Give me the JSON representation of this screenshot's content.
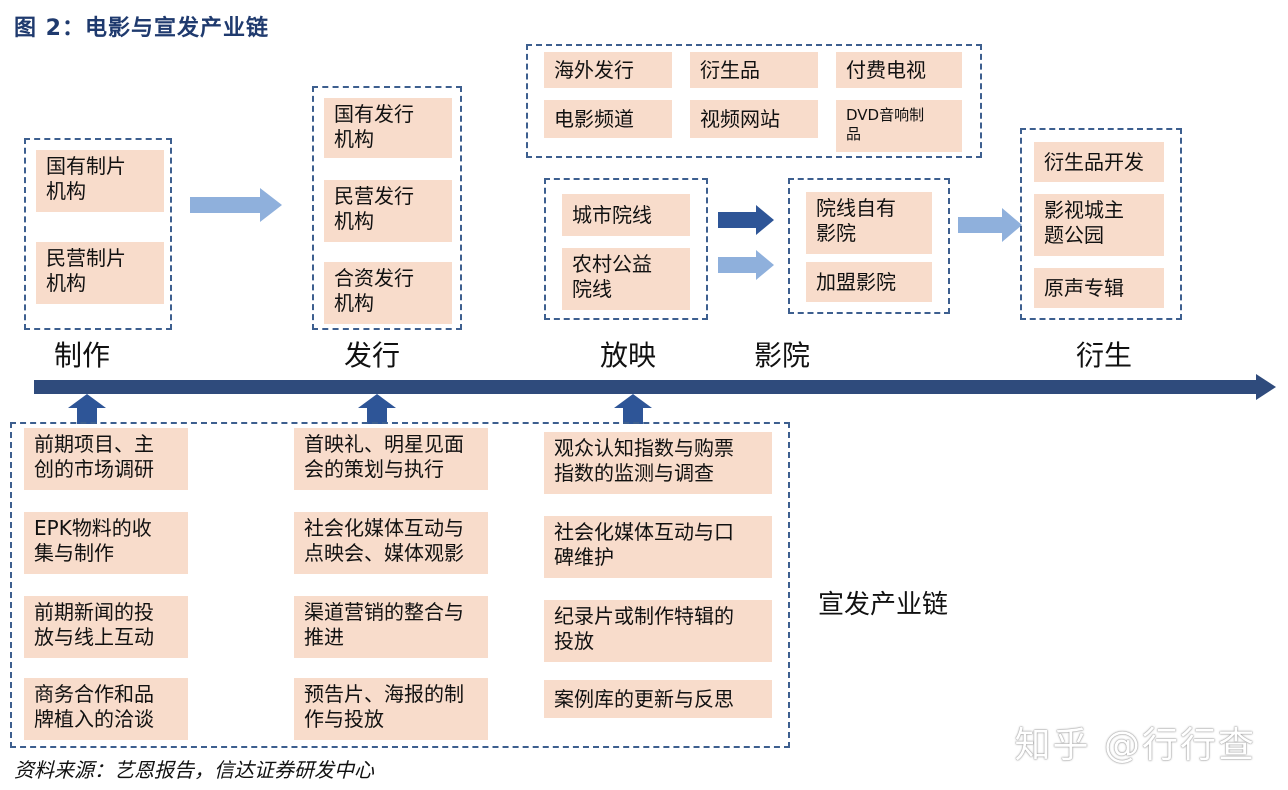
{
  "title": "图  2：电影与宣发产业链",
  "stages": {
    "production": "制作",
    "distribution": "发行",
    "screening": "放映",
    "cinema": "影院",
    "derivative": "衍生"
  },
  "production_boxes": [
    "国有制片\n机构",
    "民营制片\n机构"
  ],
  "distribution_boxes": [
    "国有发行\n机构",
    "民营发行\n机构",
    "合资发行\n机构"
  ],
  "overseas_boxes": [
    "海外发行",
    "衍生品",
    "付费电视",
    "电影频道",
    "视频网站",
    "DVD音响制\n品"
  ],
  "screening_boxes": [
    "城市院线",
    "农村公益\n院线"
  ],
  "cinema_boxes": [
    "院线自有\n影院",
    "加盟影院"
  ],
  "derivative_boxes": [
    "衍生品开发",
    "影视城主\n题公园",
    "原声专辑"
  ],
  "promo_col1": [
    "前期项目、主\n创的市场调研",
    "EPK物料的收\n集与制作",
    "前期新闻的投\n放与线上互动",
    "商务合作和品\n牌植入的洽谈"
  ],
  "promo_col2": [
    "首映礼、明星见面\n会的策划与执行",
    "社会化媒体互动与\n点映会、媒体观影",
    "渠道营销的整合与\n推进",
    "预告片、海报的制\n作与投放"
  ],
  "promo_col3": [
    "观众认知指数与购票\n指数的监测与调查",
    "社会化媒体互动与口\n碑维护",
    "纪录片或制作特辑的\n投放",
    "案例库的更新与反思"
  ],
  "promo_label": "宣发产业链",
  "source": "资料来源：艺恩报告，信达证券研发中心",
  "watermark": "知乎 @行行查",
  "colors": {
    "box_fill": "#f8dccb",
    "border": "#3d5f8f",
    "timeline": "#2f4b7c",
    "arrow_light": "#8fb0dc",
    "arrow_dark": "#2e5597"
  }
}
